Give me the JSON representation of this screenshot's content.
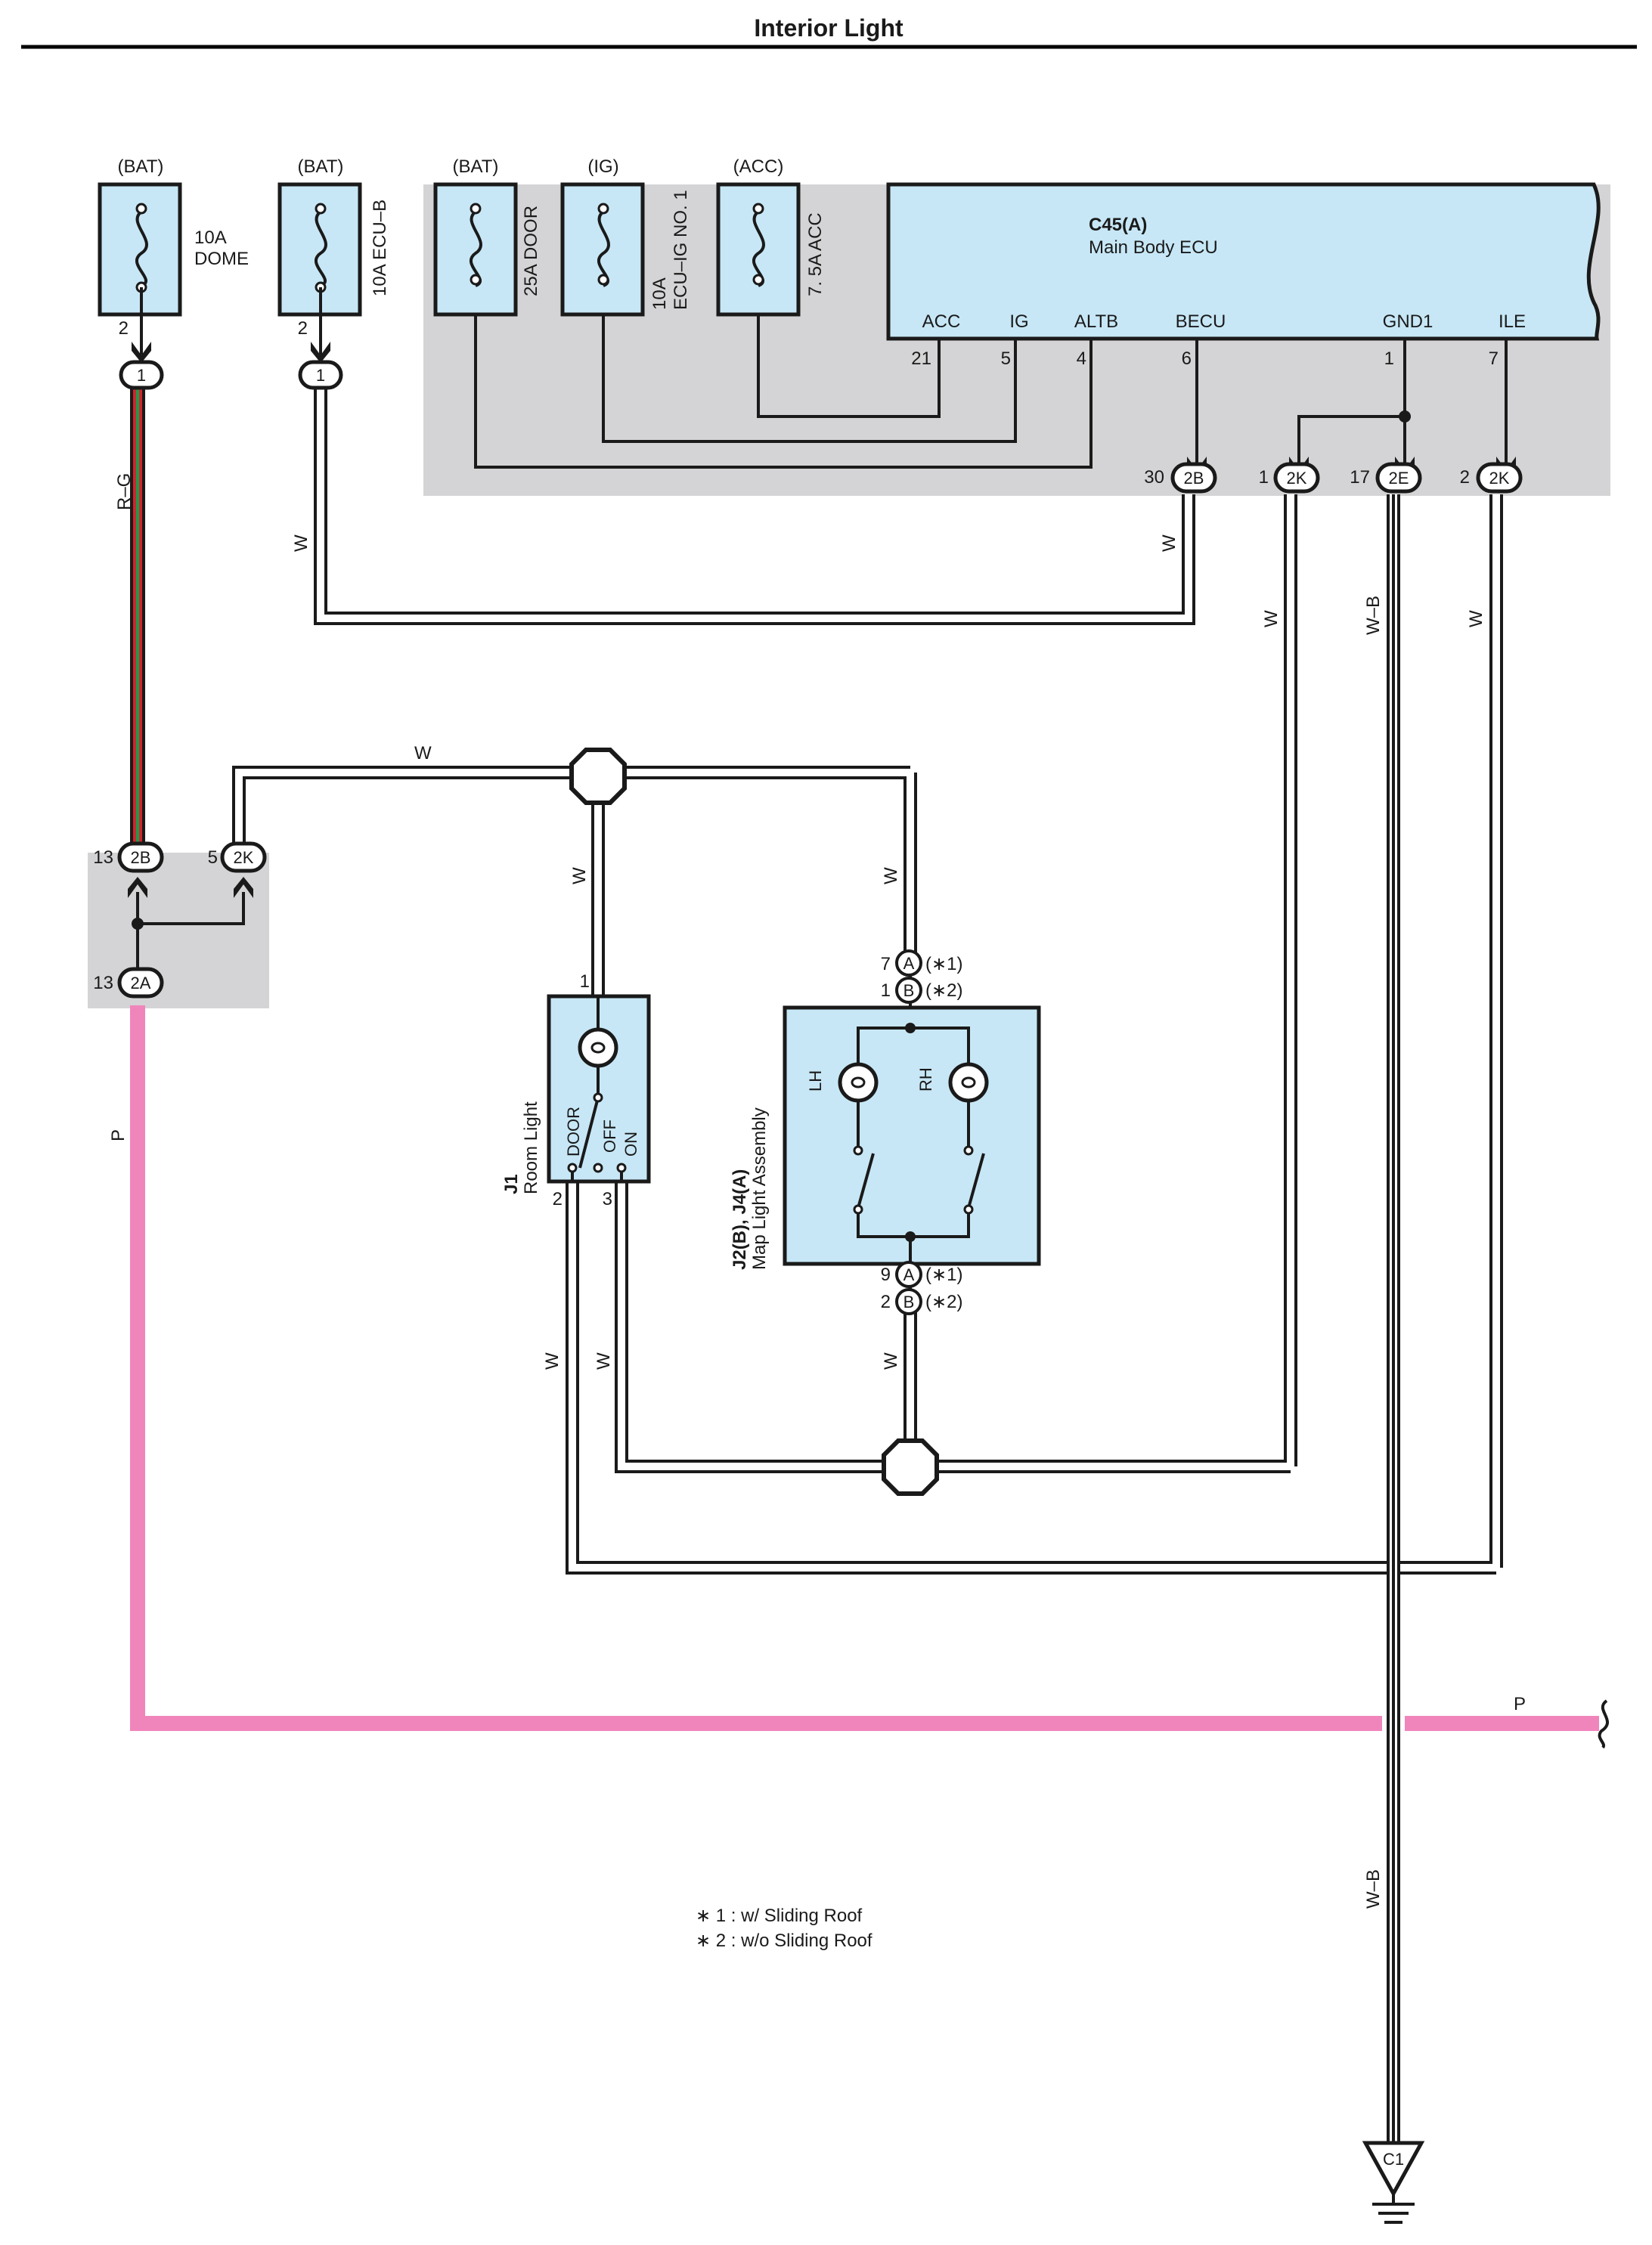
{
  "title": "Interior Light",
  "fuses": [
    {
      "supply": "(BAT)",
      "rating": "10A",
      "name": "DOME",
      "pin": "2",
      "connector": "1"
    },
    {
      "supply": "(BAT)",
      "rating": "10A",
      "name": "ECU–B",
      "pin": "2",
      "connector": "1"
    },
    {
      "supply": "(BAT)",
      "rating": "25A",
      "name": "DOOR"
    },
    {
      "supply": "(IG)",
      "rating": "10A",
      "name": "ECU–IG NO. 1"
    },
    {
      "supply": "(ACC)",
      "rating": "7. 5A",
      "name": "ACC"
    }
  ],
  "ecu": {
    "code": "C45(A)",
    "name": "Main Body ECU",
    "terminals": [
      {
        "name": "ACC",
        "pin": "21"
      },
      {
        "name": "IG",
        "pin": "5"
      },
      {
        "name": "ALTB",
        "pin": "4"
      },
      {
        "name": "BECU",
        "pin": "6"
      },
      {
        "name": "GND1",
        "pin": "1"
      },
      {
        "name": "ILE",
        "pin": "7"
      }
    ],
    "connectors": [
      {
        "pin": "30",
        "code": "2B"
      },
      {
        "pin": "1",
        "code": "2K"
      },
      {
        "pin": "17",
        "code": "2E"
      },
      {
        "pin": "2",
        "code": "2K"
      }
    ]
  },
  "junction_block": [
    {
      "pin": "13",
      "code": "2B"
    },
    {
      "pin": "5",
      "code": "2K"
    },
    {
      "pin": "13",
      "code": "2A"
    }
  ],
  "room_light": {
    "code": "J1",
    "name": "Room Light",
    "positions": [
      "DOOR",
      "OFF",
      "ON"
    ],
    "pins": [
      "1",
      "2",
      "3"
    ]
  },
  "map_light": {
    "code": "J2(B), J4(A)",
    "name": "Map Light Assembly",
    "lamps": [
      "LH",
      "RH"
    ],
    "top_pins": [
      {
        "pin": "7",
        "conn": "A",
        "note": "(∗1)"
      },
      {
        "pin": "1",
        "conn": "B",
        "note": "(∗2)"
      }
    ],
    "bottom_pins": [
      {
        "pin": "9",
        "conn": "A",
        "note": "(∗1)"
      },
      {
        "pin": "2",
        "conn": "B",
        "note": "(∗2)"
      }
    ]
  },
  "wire_labels": {
    "rg": "R–G",
    "w": "W",
    "wb": "W–B",
    "p": "P"
  },
  "ground": "C1",
  "footnotes": [
    "∗ 1 : w/ Sliding Roof",
    "∗ 2 : w/o Sliding Roof"
  ],
  "colors": {
    "component_fill": "#c7e7f6",
    "gray_zone": "#d4d4d6",
    "pink_wire": "#f085bb",
    "red_stripe": "#d0252d",
    "green_stripe": "#1d9a4a",
    "wire_outline": "#1a1a1a"
  }
}
